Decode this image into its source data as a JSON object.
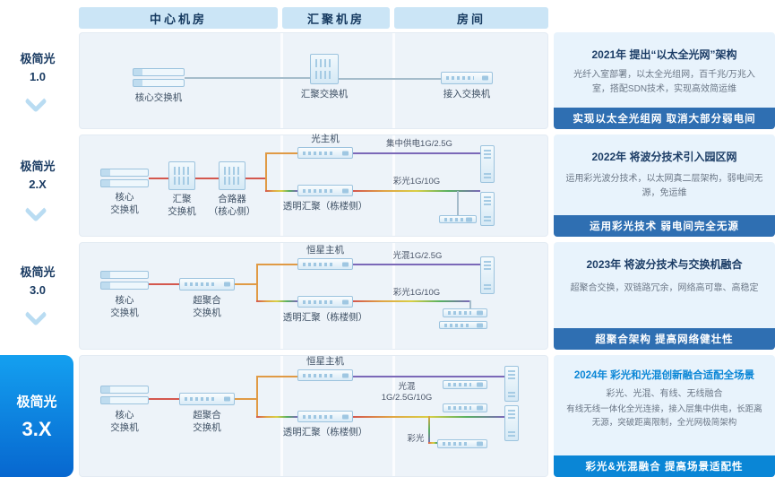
{
  "columns": [
    "中心机房",
    "汇聚机房",
    "房间"
  ],
  "versions": [
    {
      "name": "极简光",
      "num": "1.0"
    },
    {
      "name": "极简光",
      "num": "2.X"
    },
    {
      "name": "极简光",
      "num": "3.0"
    },
    {
      "name": "极简光",
      "num": "3.X"
    }
  ],
  "rows": [
    {
      "devices": {
        "core": "核心交换机",
        "agg": "汇聚交换机",
        "access": "接入交换机"
      },
      "right": {
        "title": "2021年 提出“以太全光网”架构",
        "body": "光纤入室部署，以太全光组网，百千兆/万兆入室，搭配SDN技术，实现高效简运维",
        "banner": "实现以太全光组网 取消大部分弱电间"
      }
    },
    {
      "devices": {
        "core": "核心\n交换机",
        "agg": "汇聚\n交换机",
        "combiner": "合路器\n（核心侧）",
        "optical_host": "光主机",
        "transparent": "透明汇聚（栋楼侧）"
      },
      "links": {
        "power": "集中供电1G/2.5G",
        "color": "彩光1G/10G"
      },
      "right": {
        "title": "2022年 将波分技术引入园区网",
        "body": "运用彩光波分技术，以太网真二层架构，弱电间无源，免运维",
        "banner": "运用彩光技术 弱电间完全无源"
      }
    },
    {
      "devices": {
        "core": "核心\n交换机",
        "agg": "超聚合\n交换机",
        "star_host": "恒星主机",
        "transparent": "透明汇聚（栋楼侧）"
      },
      "links": {
        "mix": "光混1G/2.5G",
        "color": "彩光1G/10G"
      },
      "right": {
        "title": "2023年 将波分技术与交换机融合",
        "body": "超聚合交换，双链路冗余，网络高可靠、高稳定",
        "banner": "超聚合架构 提高网络健壮性"
      }
    },
    {
      "devices": {
        "core": "核心\n交换机",
        "agg": "超聚合\n交换机",
        "star_host": "恒星主机",
        "transparent": "透明汇聚（栋楼侧）"
      },
      "links": {
        "mix": "光混\n1G/2.5G/10G",
        "color": "彩光"
      },
      "right": {
        "title": "2024年 彩光和光混创新融合适配全场景",
        "body_intro": "彩光、光混、有线、无线融合",
        "body": "有线无线一体化全光连接，接入层集中供电，长距离无源，突破距离限制，全光网极简架构",
        "banner": "彩光&光混融合 提高场景适配性"
      }
    }
  ]
}
